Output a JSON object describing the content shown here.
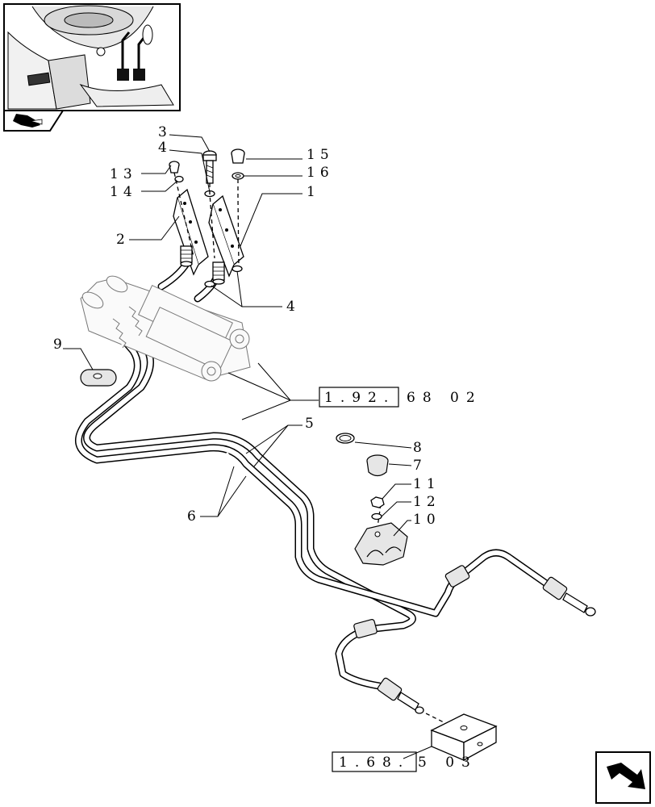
{
  "callouts": {
    "c3": "3",
    "c4a": "4",
    "c15": "15",
    "c16": "16",
    "c13": "13",
    "c14": "14",
    "c1": "1",
    "c2": "2",
    "c4b": "4",
    "c9": "9",
    "c5": "5",
    "c8": "8",
    "c7": "7",
    "c11": "11",
    "c12": "12",
    "c10": "10",
    "c6": "6"
  },
  "references": {
    "ref_top_boxed": "1.92.",
    "ref_top_rest": "68  02",
    "ref_bottom_boxed": "1.68.",
    "ref_bottom_rest": "5  03"
  },
  "icons": {
    "thumbnail": "tractor-pedals-thumbnail",
    "section": "book-section-icon",
    "nav": "return-arrow-icon"
  }
}
